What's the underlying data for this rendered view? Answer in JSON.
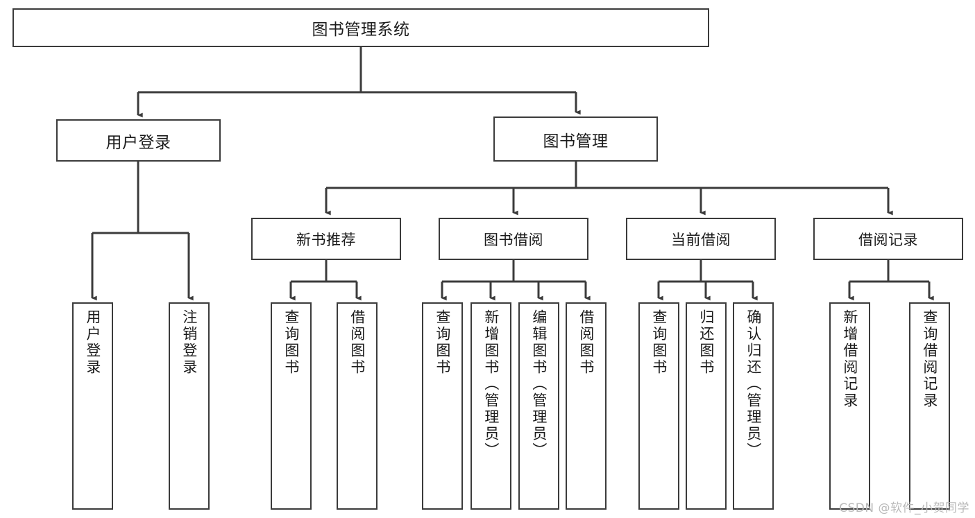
{
  "diagram": {
    "title": "图书管理系统",
    "type": "tree-hierarchy-diagram",
    "root": {
      "label": "图书管理系统"
    },
    "level2": [
      {
        "label": "用户登录"
      },
      {
        "label": "图书管理"
      }
    ],
    "level3": [
      {
        "label": "新书推荐",
        "parent": "图书管理"
      },
      {
        "label": "图书借阅",
        "parent": "图书管理"
      },
      {
        "label": "当前借阅",
        "parent": "图书管理"
      },
      {
        "label": "借阅记录",
        "parent": "图书管理"
      }
    ],
    "leaves": {
      "user_login": [
        {
          "label": "用户登录"
        },
        {
          "label": "注销登录"
        }
      ],
      "new_book_recommend": [
        {
          "label": "查询图书"
        },
        {
          "label": "借阅图书"
        }
      ],
      "book_borrow": [
        {
          "label": "查询图书"
        },
        {
          "label": "新增图书（管理员）"
        },
        {
          "label": "编辑图书（管理员）"
        },
        {
          "label": "借阅图书"
        }
      ],
      "current_borrow": [
        {
          "label": "查询图书"
        },
        {
          "label": "归还图书"
        },
        {
          "label": "确认归还（管理员）"
        }
      ],
      "borrow_record": [
        {
          "label": "新增借阅记录"
        },
        {
          "label": "查询借阅记录"
        }
      ]
    }
  },
  "watermark": {
    "text": "CSDN @软件_小贺同学"
  },
  "colors": {
    "border": "#3b3b3b",
    "text": "#1b1b1b",
    "background": "#ffffff",
    "watermark": "#b9b9b9"
  }
}
